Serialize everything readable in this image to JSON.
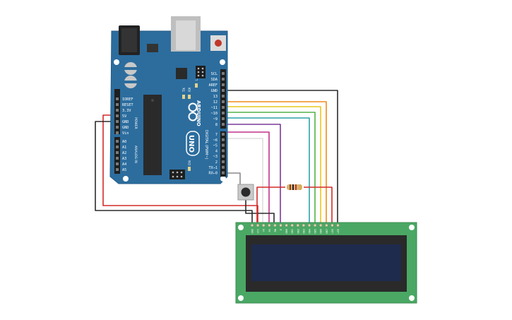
{
  "arduino": {
    "brand": "ARDUINO",
    "model": "UNO",
    "header_top_labels": [
      "SCL",
      "SDA",
      "AREF",
      "GND",
      "13",
      "12",
      "~11",
      "~10",
      "~9",
      "8"
    ],
    "header_bottom_labels": [
      "7",
      "~6",
      "~5",
      "4",
      "~3",
      "2",
      "TX→1",
      "RX←0"
    ],
    "digital_label": "DIGITAL (PWM~)",
    "power_labels": [
      "IOREF",
      "RESET",
      "3.3V",
      "5V",
      "GND",
      "GND",
      "Vin"
    ],
    "power_section_label": "POWER",
    "analog_labels": [
      "A0",
      "A1",
      "A2",
      "A3",
      "A4",
      "A5"
    ],
    "analog_section_label": "ANALOG IN",
    "led_labels": [
      "TX",
      "RX",
      "L"
    ],
    "on_label": "ON"
  },
  "lcd": {
    "pin_labels": [
      "GND",
      "VCC",
      "V0",
      "RS",
      "RW",
      "E",
      "DB0",
      "DB1",
      "DB2",
      "DB3",
      "DB4",
      "DB5",
      "DB6",
      "DB7",
      "LED",
      "LED"
    ]
  },
  "colors": {
    "board": "#2c6d9e",
    "lcd_pcb": "#4aa864",
    "lcd_screen": "#1f2b4d",
    "wire_black": "#2b2b2b",
    "wire_red": "#d42a2a",
    "wire_orange": "#f08c18",
    "wire_yellow": "#e8c81c",
    "wire_green": "#52b348",
    "wire_teal": "#2aa4a8",
    "wire_purple": "#7a3a9a",
    "wire_magenta": "#c2348c",
    "wire_white": "#dddddd",
    "wire_gray": "#8a8a8a"
  },
  "icons": [
    "dc-jack-icon",
    "usb-port-icon",
    "reset-button-icon",
    "pushbutton-icon",
    "resistor-icon",
    "chip-icon"
  ]
}
